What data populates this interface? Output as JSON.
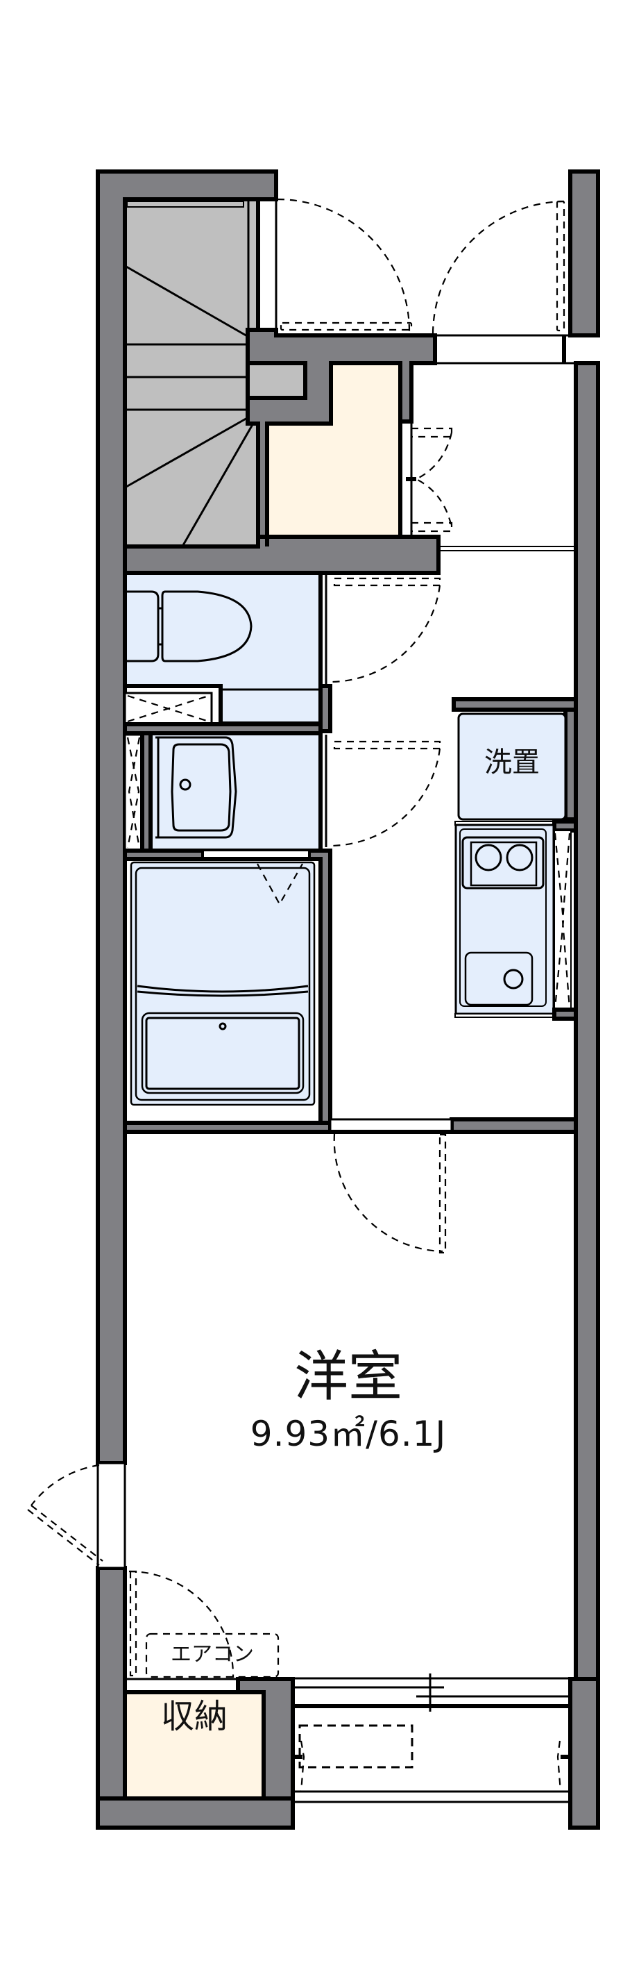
{
  "floorplan": {
    "layout": "1K apartment unit, vertical orientation",
    "colors": {
      "wall": "#808084",
      "stairs": "#bfbfbf",
      "wet_area": "#e4eefc",
      "storage": "#fff5e4",
      "floor": "#ffffff",
      "line": "#000000"
    },
    "rooms": {
      "main_room": {
        "name": "洋室",
        "area": "9.93㎡/6.1J"
      },
      "washer_space": {
        "name": "洗置"
      },
      "air_conditioner": {
        "name": "エアコン"
      },
      "storage": {
        "name": "収納"
      }
    },
    "fixtures": [
      "stairs-icon",
      "toilet-icon",
      "washbasin-icon",
      "bathtub-icon",
      "stove-icon",
      "sink-icon",
      "washing-machine-space",
      "air-conditioner-outline",
      "outdoor-unit-outline"
    ]
  }
}
